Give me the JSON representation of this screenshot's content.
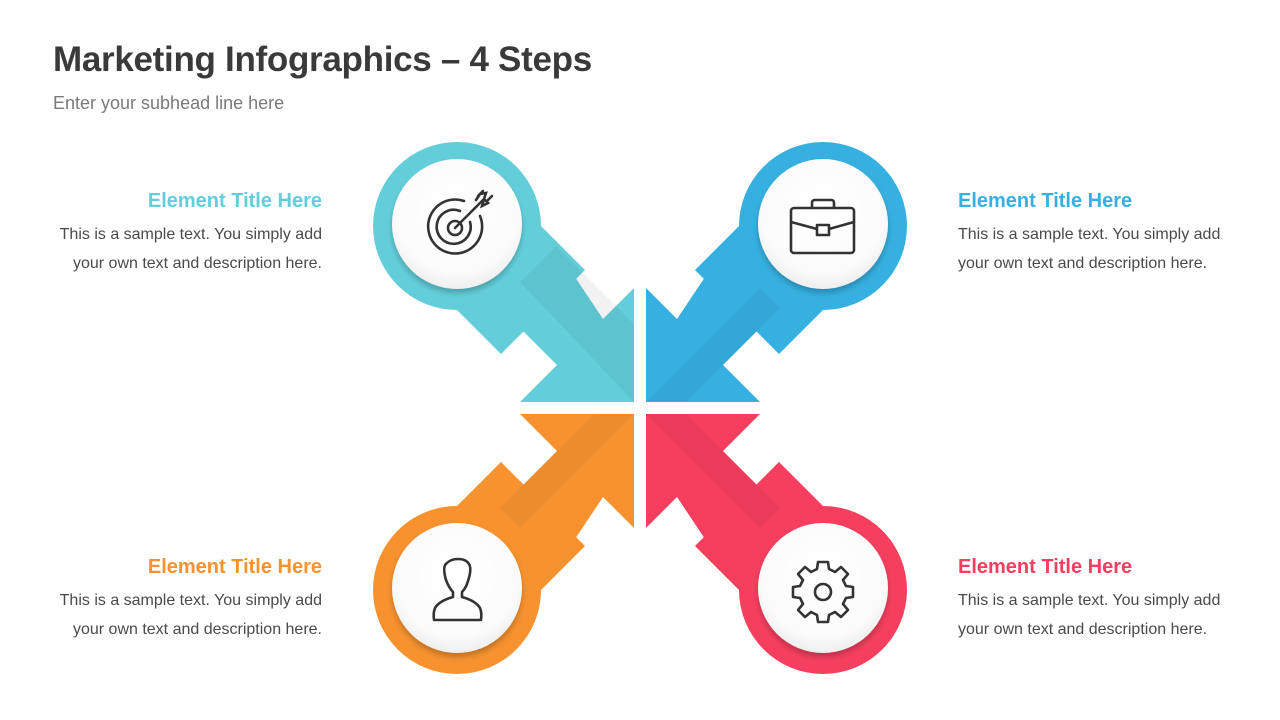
{
  "header": {
    "title": "Marketing Infographics – 4 Steps",
    "subhead": "Enter your subhead line here"
  },
  "steps": [
    {
      "position": "top-left",
      "icon": "target-icon",
      "color": "#63CEDA",
      "title": "Element Title Here",
      "desc_line1": "This is a sample text. You simply add",
      "desc_line2": "your own text and description here."
    },
    {
      "position": "top-right",
      "icon": "briefcase-icon",
      "color": "#36B0E1",
      "title": "Element Title Here",
      "desc_line1": "This is a sample text. You simply add",
      "desc_line2": "your own text and description here."
    },
    {
      "position": "bottom-left",
      "icon": "user-icon",
      "color": "#F7922F",
      "title": "Element Title Here",
      "desc_line1": "This is a sample text. You simply add",
      "desc_line2": "your own text and description here."
    },
    {
      "position": "bottom-right",
      "icon": "gear-icon",
      "color": "#F63F5F",
      "title": "Element Title Here",
      "desc_line1": "This is a sample text. You simply add",
      "desc_line2": "your own text and description here."
    }
  ]
}
